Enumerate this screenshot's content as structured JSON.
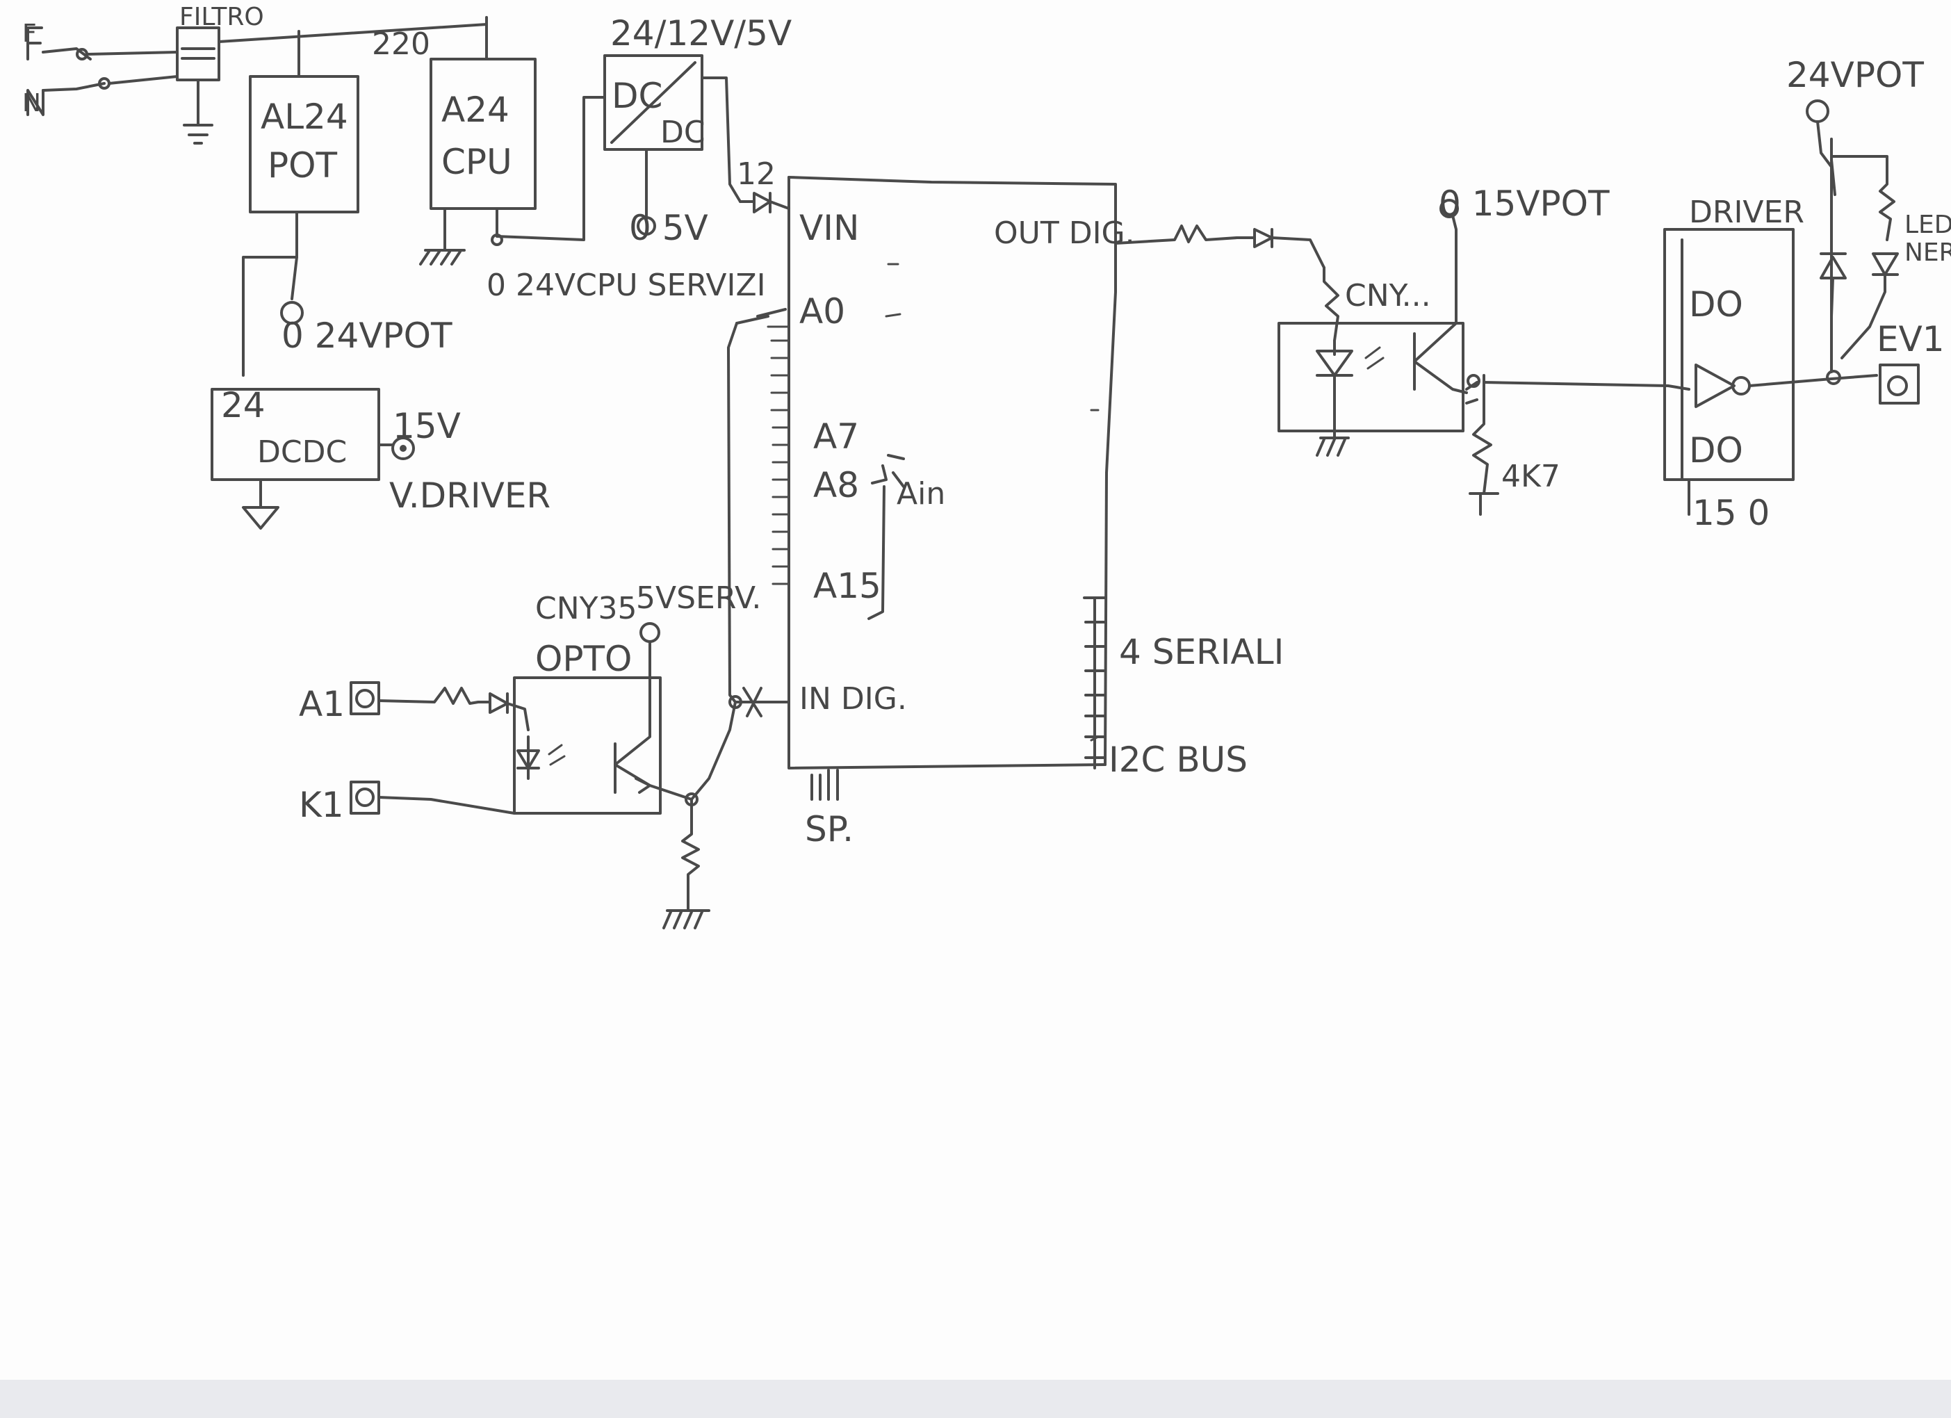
{
  "labels": {
    "mains_f": "F",
    "mains_n": "N",
    "filter": "FILTRO",
    "v220": "220",
    "psu_pot_l1": "AL24",
    "psu_pot_l2": "POT",
    "psu_cpu_l1": "A24",
    "psu_cpu_l2": "CPU",
    "dcdc_in": "DC",
    "dcdc_out": "DC",
    "dcdc_voltage": "24/12V/5V",
    "v0_24_pot": "0 24VPOT",
    "v0_24_cpu": "0 24VCPU SERVIZI",
    "v0_5": "0 5V",
    "dcdc_driver_l1": "24",
    "dcdc_driver_l2": "DCDC",
    "v15": "15V",
    "vdriver": "V.DRIVER",
    "pin12": "12",
    "vin": "VIN",
    "a0": "A0",
    "a7": "A7",
    "a8": "A8",
    "a15": "A15",
    "ain": "Ain",
    "in_dig": "IN DIG.",
    "out_dig": "OUT DIG.",
    "serial": "4 SERIALI",
    "i2c": "I2C BUS",
    "sp": "SP.",
    "opto_model": "CNY35",
    "opto_label": "OPTO",
    "v5_serv": "5VSERV.",
    "in_a1": "A1",
    "in_k1": "K1",
    "v15_pot": "0 15VPOT",
    "opto2_label": "CNY...",
    "res_4k7": "4K7",
    "driver": "DRIVER",
    "do_top": "DO",
    "do_bot": "DO",
    "io15": "15 0",
    "v24_pot": "24VPOT",
    "led": "LED",
    "led_sub": "NERO",
    "ev1": "EV1"
  }
}
